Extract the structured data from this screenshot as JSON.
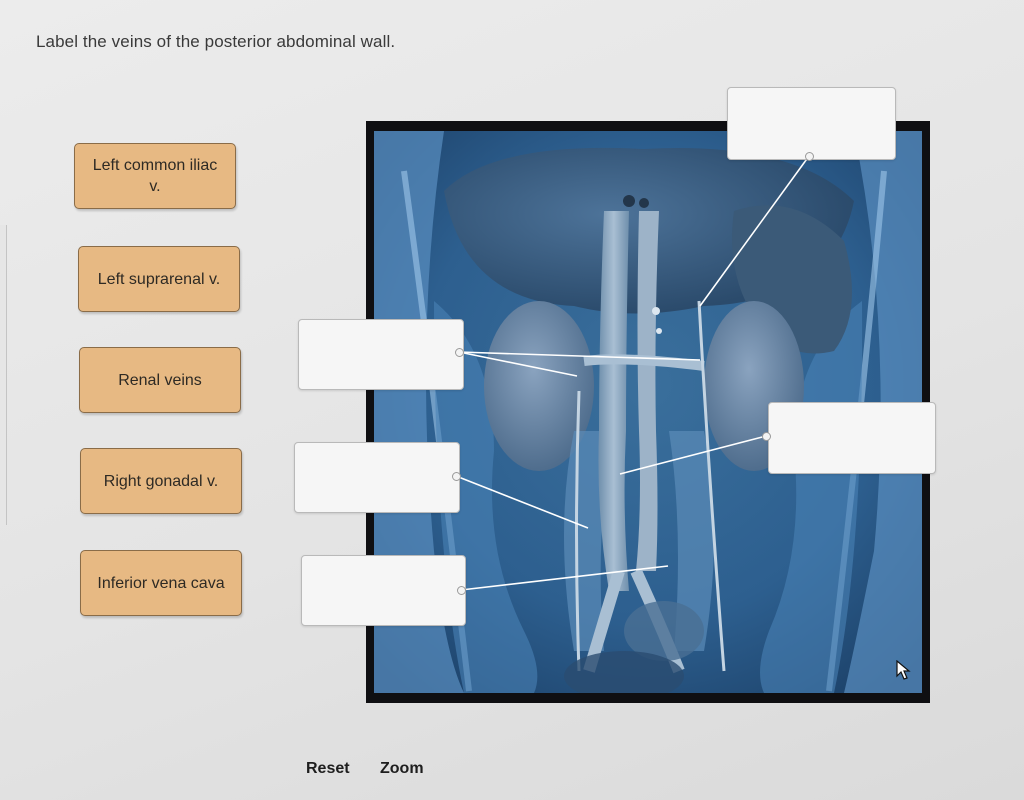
{
  "question": {
    "prompt": "Label the veins of the posterior abdominal wall."
  },
  "label_bank": [
    {
      "text": "Left common iliac v."
    },
    {
      "text": "Left suprarenal v."
    },
    {
      "text": "Renal veins"
    },
    {
      "text": "Right gonadal v."
    },
    {
      "text": "Inferior vena cava"
    }
  ],
  "drop_targets": [
    {
      "value": ""
    },
    {
      "value": ""
    },
    {
      "value": ""
    },
    {
      "value": ""
    },
    {
      "value": ""
    }
  ],
  "controls": {
    "reset_label": "Reset",
    "zoom_label": "Zoom"
  },
  "icons": {
    "cursor": "pointer-arrow-icon"
  }
}
